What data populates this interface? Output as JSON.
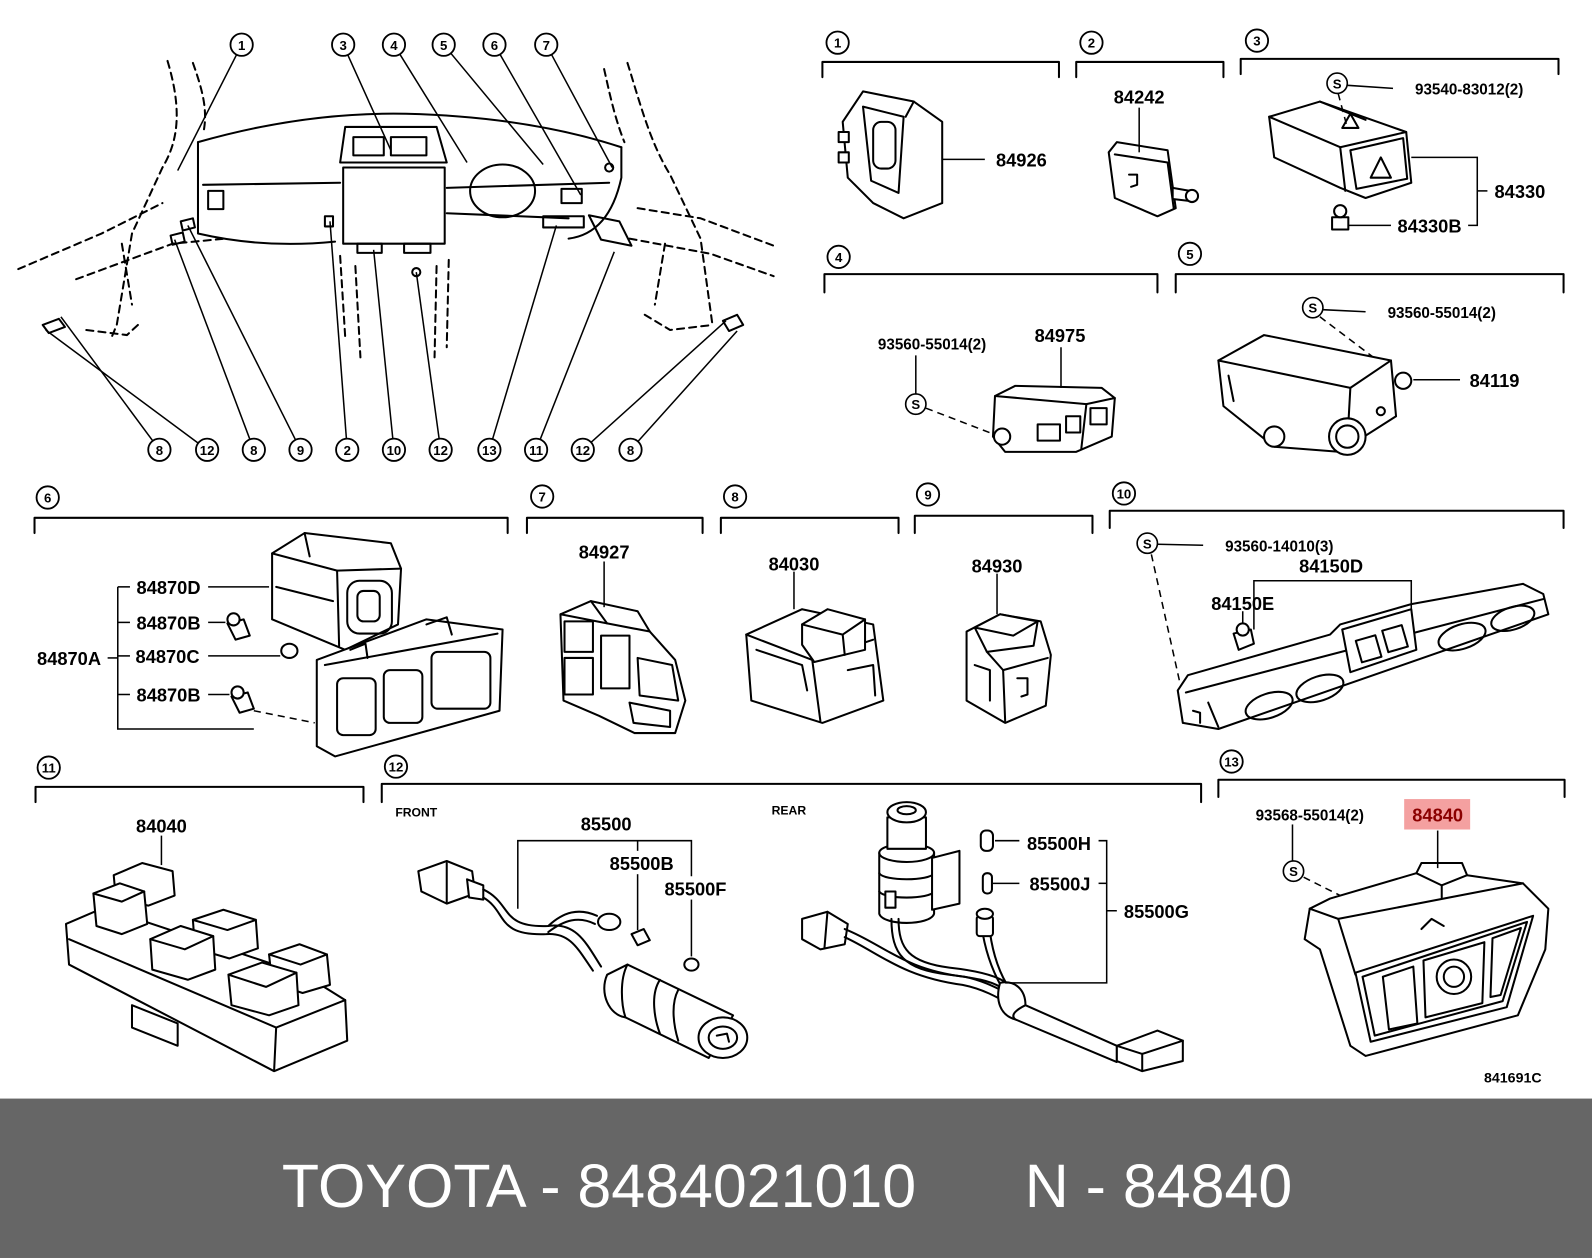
{
  "overview": {
    "callouts_top": [
      "1",
      "3",
      "4",
      "5",
      "6",
      "7"
    ],
    "callouts_bottom": [
      "8",
      "12",
      "8",
      "9",
      "2",
      "10",
      "12",
      "13",
      "11",
      "12",
      "8"
    ]
  },
  "sections": {
    "s1": {
      "number": "1",
      "part": "84926"
    },
    "s2": {
      "number": "2",
      "part": "84242"
    },
    "s3": {
      "number": "3",
      "screw": "93540-83012(2)",
      "switch": "84330",
      "bulb": "84330B"
    },
    "s4": {
      "number": "4",
      "screw": "93560-55014(2)",
      "part": "84975"
    },
    "s5": {
      "number": "5",
      "screw": "93560-55014(2)",
      "part": "84119"
    },
    "s6": {
      "number": "6",
      "assembly": "84870A",
      "knob": "84870D",
      "bulb_upper": "84870B",
      "cap": "84870C",
      "bulb_lower": "84870B"
    },
    "s7": {
      "number": "7",
      "part": "84927"
    },
    "s8": {
      "number": "8",
      "part": "84030"
    },
    "s9": {
      "number": "9",
      "part": "84930"
    },
    "s10": {
      "number": "10",
      "screw": "93560-14010(3)",
      "switch": "84150D",
      "bulb": "84150E"
    },
    "s11": {
      "number": "11",
      "part": "84040"
    },
    "s12": {
      "number": "12",
      "front_label": "FRONT",
      "rear_label": "REAR",
      "front_lighter": "85500",
      "front_bulb": "85500B",
      "front_cap": "85500F",
      "rear_bulb_h": "85500H",
      "rear_bulb_j": "85500J",
      "rear_lighter": "85500G"
    },
    "s13": {
      "number": "13",
      "screw": "93568-55014(2)",
      "part": "84840"
    }
  },
  "symbols": {
    "screw": "S"
  },
  "drawing_code": "841691C",
  "banner": {
    "left": "TOYOTA - 8484021010",
    "right": "N - 84840"
  },
  "colors": {
    "ink": "#000000",
    "highlight": "#f4a0a0",
    "highlight_text": "#8b0000",
    "banner_bg": "#666666",
    "banner_text": "#ffffff"
  }
}
